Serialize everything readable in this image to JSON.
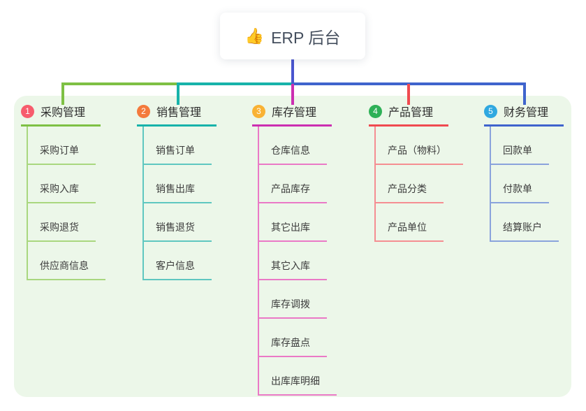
{
  "root": {
    "label": "ERP 后台",
    "icon_glyph": "👍",
    "card_bg": "#ffffff",
    "stem_color": "#4a55cf"
  },
  "canvas": {
    "panel_bg": "#ecf7e9",
    "page_bg": "#ffffff"
  },
  "branches": [
    {
      "index": "1",
      "label": "采购管理",
      "badge_color": "#f75c6d",
      "line_color": "#7ec044",
      "sub_line_color": "#a9d77f",
      "children": [
        "采购订单",
        "采购入库",
        "采购退货",
        "供应商信息"
      ]
    },
    {
      "index": "2",
      "label": "销售管理",
      "badge_color": "#f47a3c",
      "line_color": "#17b3aa",
      "sub_line_color": "#5fc7c0",
      "children": [
        "销售订单",
        "销售出库",
        "销售退货",
        "客户信息"
      ]
    },
    {
      "index": "3",
      "label": "库存管理",
      "badge_color": "#f9b234",
      "line_color": "#cb2fb1",
      "sub_line_color": "#ea79c6",
      "children": [
        "仓库信息",
        "产品库存",
        "其它出库",
        "其它入库",
        "库存调拨",
        "库存盘点",
        "出库库明细"
      ]
    },
    {
      "index": "4",
      "label": "产品管理",
      "badge_color": "#2eb157",
      "line_color": "#f04a50",
      "sub_line_color": "#f58e92",
      "children": [
        "产品（物料）",
        "产品分类",
        "产品单位"
      ]
    },
    {
      "index": "5",
      "label": "财务管理",
      "badge_color": "#2fa8e0",
      "line_color": "#3f64cd",
      "sub_line_color": "#8aa3dc",
      "children": [
        "回款单",
        "付款单",
        "结算账户"
      ]
    }
  ]
}
